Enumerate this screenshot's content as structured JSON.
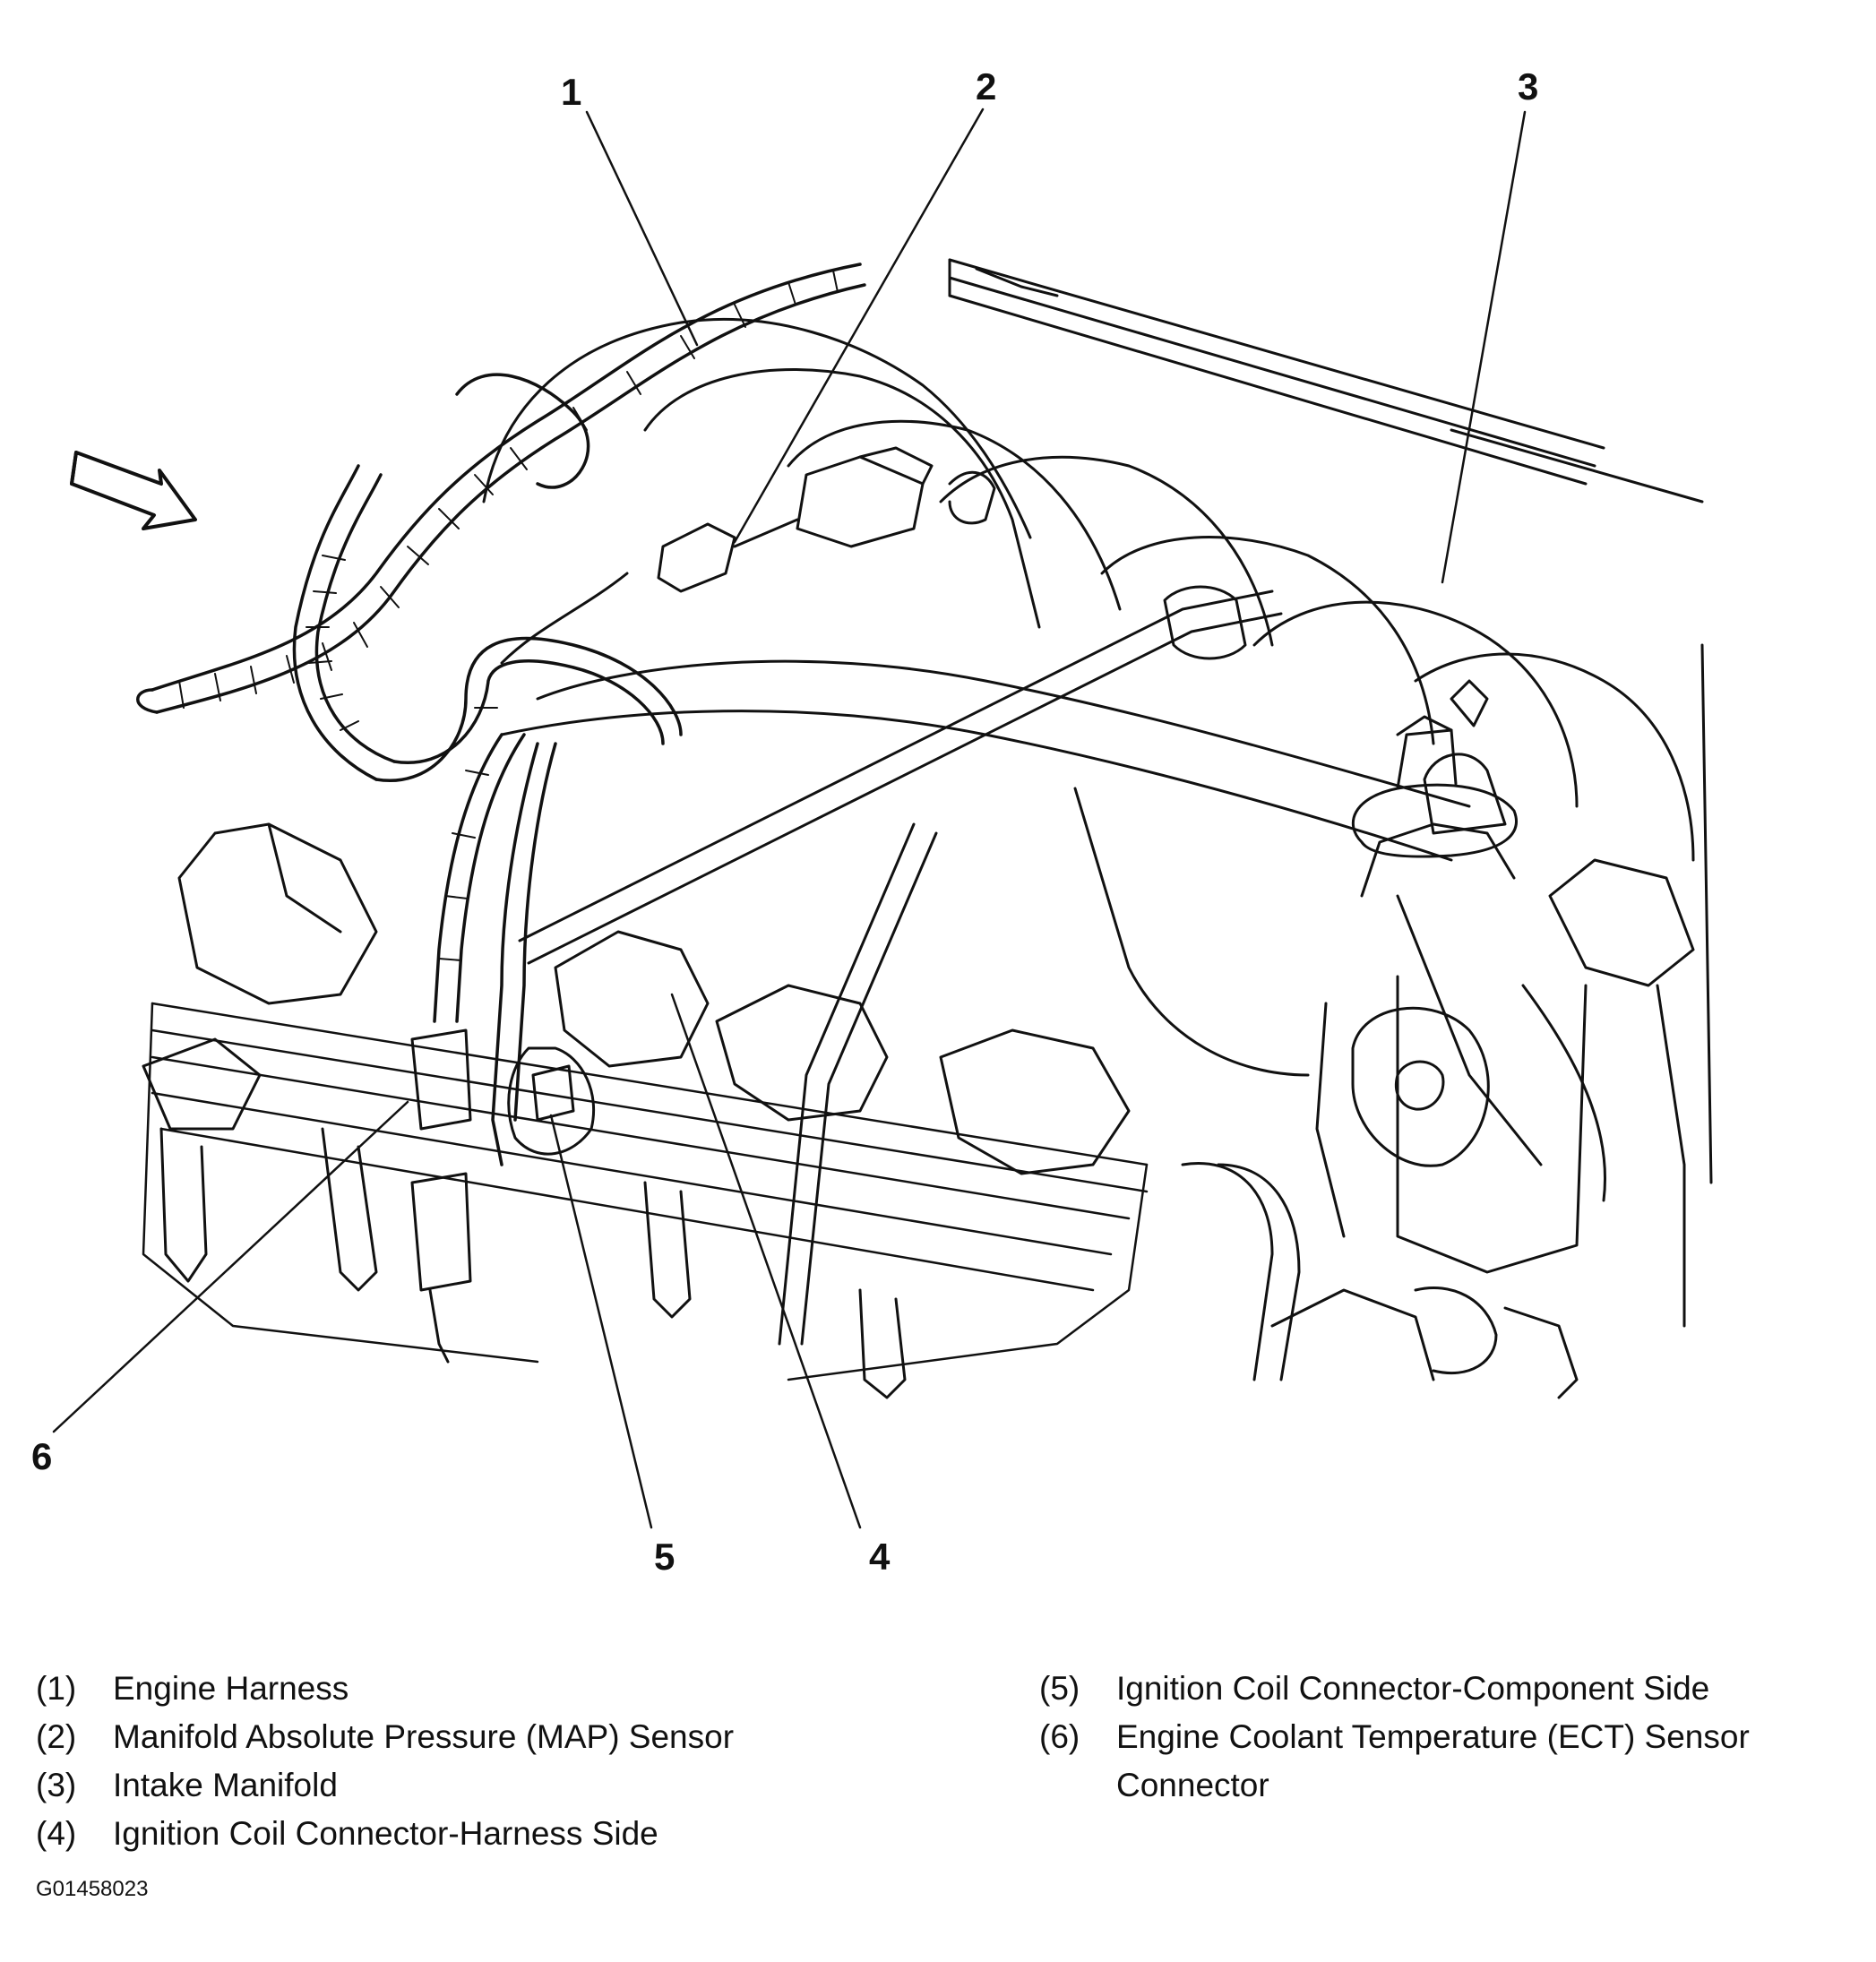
{
  "figure": {
    "callouts": [
      "1",
      "2",
      "3",
      "4",
      "5",
      "6"
    ],
    "figure_id": "G01458023"
  },
  "legend": [
    {
      "num": "(1)",
      "text": "Engine Harness"
    },
    {
      "num": "(2)",
      "text": "Manifold Absolute Pressure (MAP) Sensor"
    },
    {
      "num": "(3)",
      "text": "Intake Manifold"
    },
    {
      "num": "(4)",
      "text": "Ignition Coil Connector-Harness Side"
    },
    {
      "num": "(5)",
      "text": "Ignition Coil Connector-Component Side"
    },
    {
      "num": "(6)",
      "text": "Engine Coolant Temperature (ECT) Sensor\nConnector"
    }
  ]
}
